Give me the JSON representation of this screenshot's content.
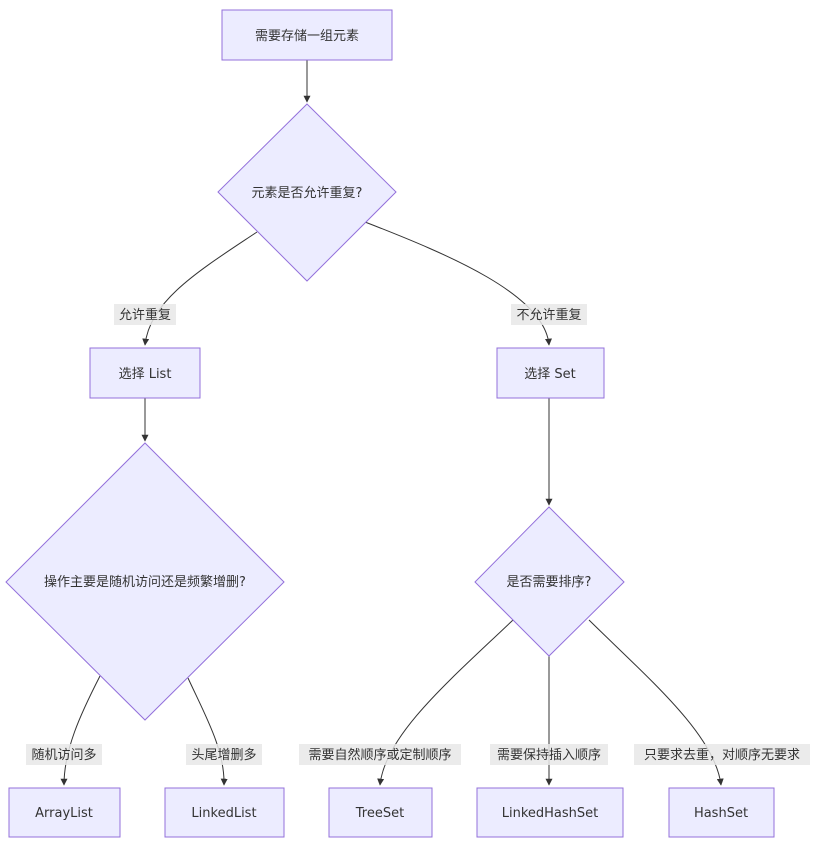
{
  "nodes": {
    "start": "需要存储一组元素",
    "q_duplicates": "元素是否允许重复?",
    "choose_list": "选择 List",
    "choose_set": "选择 Set",
    "q_list_ops": "操作主要是随机访问还是频繁增删?",
    "q_set_sort": "是否需要排序?",
    "arraylist": "ArrayList",
    "linkedlist": "LinkedList",
    "treeset": "TreeSet",
    "linkedhashset": "LinkedHashSet",
    "hashset": "HashSet"
  },
  "edges": {
    "allow_dup": "允许重复",
    "no_dup": "不允许重复",
    "random_access": "随机访问多",
    "head_tail_ops": "头尾增删多",
    "natural_or_custom_order": "需要自然顺序或定制顺序",
    "keep_insertion_order": "需要保持插入顺序",
    "dedup_only": "只要求去重，对顺序无要求"
  },
  "colors": {
    "node_fill": "#ECECFF",
    "node_stroke": "#9370DB",
    "edge": "#333333",
    "label_bg": "#e8e8e8"
  }
}
